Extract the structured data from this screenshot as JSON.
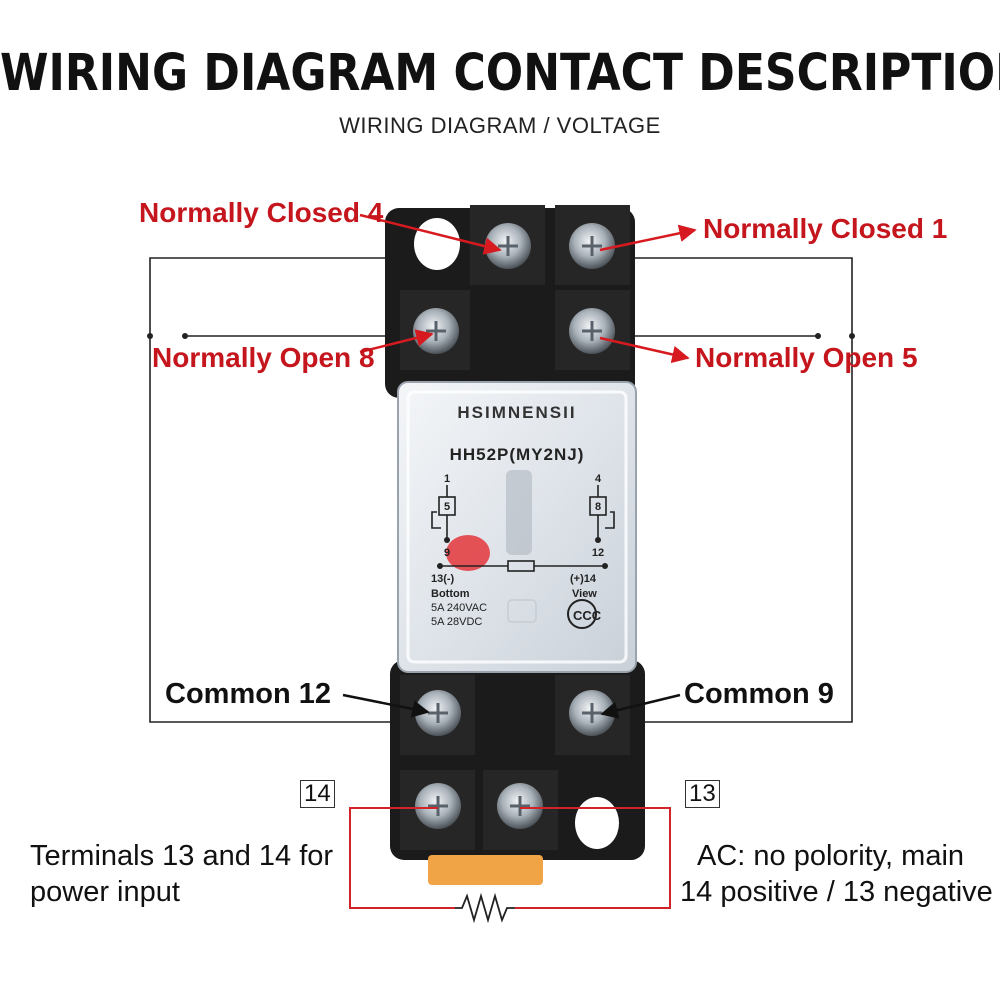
{
  "header": {
    "title": "WIRING DIAGRAM CONTACT DESCRIPTION",
    "subtitle": "WIRING DIAGRAM / VOLTAGE"
  },
  "labels": {
    "nc4": "Normally Closed 4",
    "nc1": "Normally Closed 1",
    "no8": "Normally Open 8",
    "no5": "Normally Open 5",
    "com12": "Common 12",
    "com9": "Common 9",
    "t14": "14",
    "t13": "13"
  },
  "relay": {
    "brand": "HSIMNENSII",
    "model": "HH52P(MY2NJ)",
    "pin_left_top": "1",
    "pin_left_mid": "5",
    "pin_left_bot": "9",
    "pin_right_top": "4",
    "pin_right_mid": "8",
    "pin_right_bot": "12",
    "coil_left": "13(-)",
    "coil_right": "(+)14",
    "bottom": "Bottom",
    "view": "View",
    "rating_ac": "5A 240VAC",
    "rating_dc": "5A 28VDC"
  },
  "notes": {
    "left_line1": "Terminals 13 and 14 for",
    "left_line2": "power input",
    "right_line1": "AC: no polority, main",
    "right_line2": "14 positive / 13 negative"
  },
  "colors": {
    "label_red": "#c5161d",
    "arrow_red": "#d61a1f",
    "socket": "#1c1c1c",
    "wire_red": "#d0242a"
  }
}
